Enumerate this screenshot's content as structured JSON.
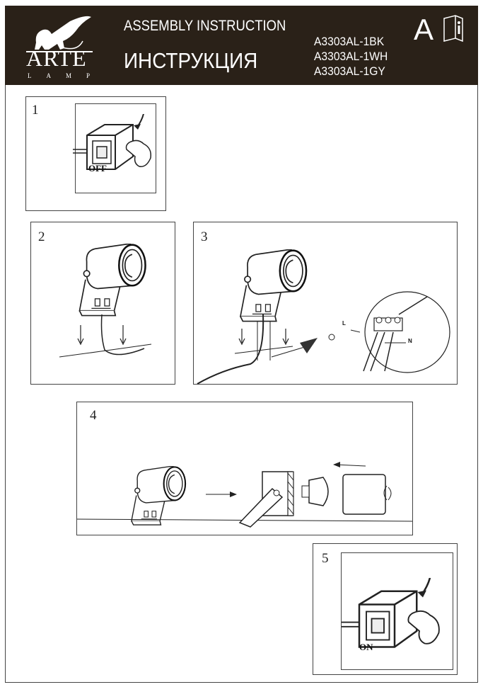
{
  "header": {
    "brand": "ARTE",
    "brand_sub": "LAMP",
    "title_en": "ASSEMBLY INSTRUCTION",
    "title_ru": "ИНСТРУКЦИЯ",
    "models": [
      "A3303AL-1BK",
      "A3303AL-1WH",
      "A3303AL-1GY"
    ],
    "language_letter": "A",
    "header_color": "#2a2118"
  },
  "steps": [
    {
      "number": "1",
      "label": "OFF"
    },
    {
      "number": "2"
    },
    {
      "number": "3",
      "wire_labels": {
        "live": "L",
        "neutral": "N"
      }
    },
    {
      "number": "4"
    },
    {
      "number": "5",
      "label": "ON"
    }
  ]
}
